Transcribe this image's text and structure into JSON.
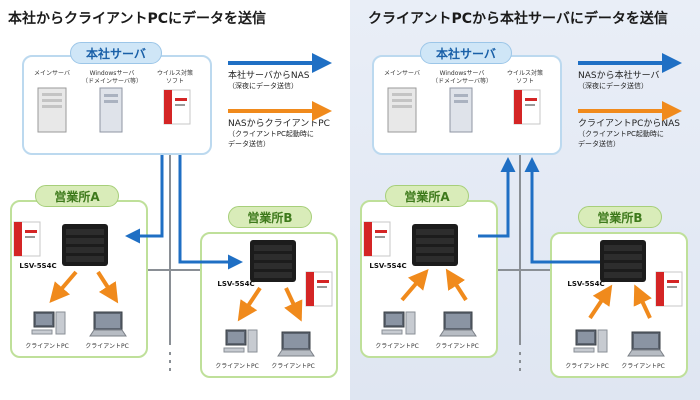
{
  "left": {
    "title": "本社からクライアントPCにデータを送信",
    "hq_label": "本社サーバ",
    "server_main": "メインサーバ",
    "server_windows_1": "Windowsサーバ",
    "server_windows_2": "（ドメインサーバ等）",
    "server_virus_1": "ウイルス対策",
    "server_virus_2": "ソフト",
    "legend1_1": "本社サーバからNAS",
    "legend1_2": "（深夜にデータ送信）",
    "legend2_1": "NASからクライアントPC",
    "legend2_2": "（クライアントPC起動時に",
    "legend2_3": "データ送信）",
    "branchA_label": "営業所A",
    "branchB_label": "営業所B",
    "nas_model": "LSV-5S4C",
    "client_pc": "クライアントPC"
  },
  "right": {
    "title": "クライアントPCから本社サーバにデータを送信",
    "hq_label": "本社サーバ",
    "server_main": "メインサーバ",
    "server_windows_1": "Windowsサーバ",
    "server_windows_2": "（ドメインサーバ等）",
    "server_virus_1": "ウイルス対策",
    "server_virus_2": "ソフト",
    "legend1_1": "NASから本社サーバ",
    "legend1_2": "（深夜にデータ送信）",
    "legend2_1": "クライアントPCからNAS",
    "legend2_2": "（クライアントPC起動時に",
    "legend2_3": "データ送信）",
    "branchA_label": "営業所A",
    "branchB_label": "営業所B",
    "nas_model": "LSV-5S4C",
    "client_pc": "クライアントPC"
  },
  "colors": {
    "blue_arrow": "#1f6fc4",
    "orange_arrow": "#f08a1c",
    "network_line": "#8a8f95"
  },
  "icons": [
    "server-icon",
    "nas-icon",
    "laptop-icon",
    "desktop-pc-icon",
    "software-box-icon"
  ]
}
